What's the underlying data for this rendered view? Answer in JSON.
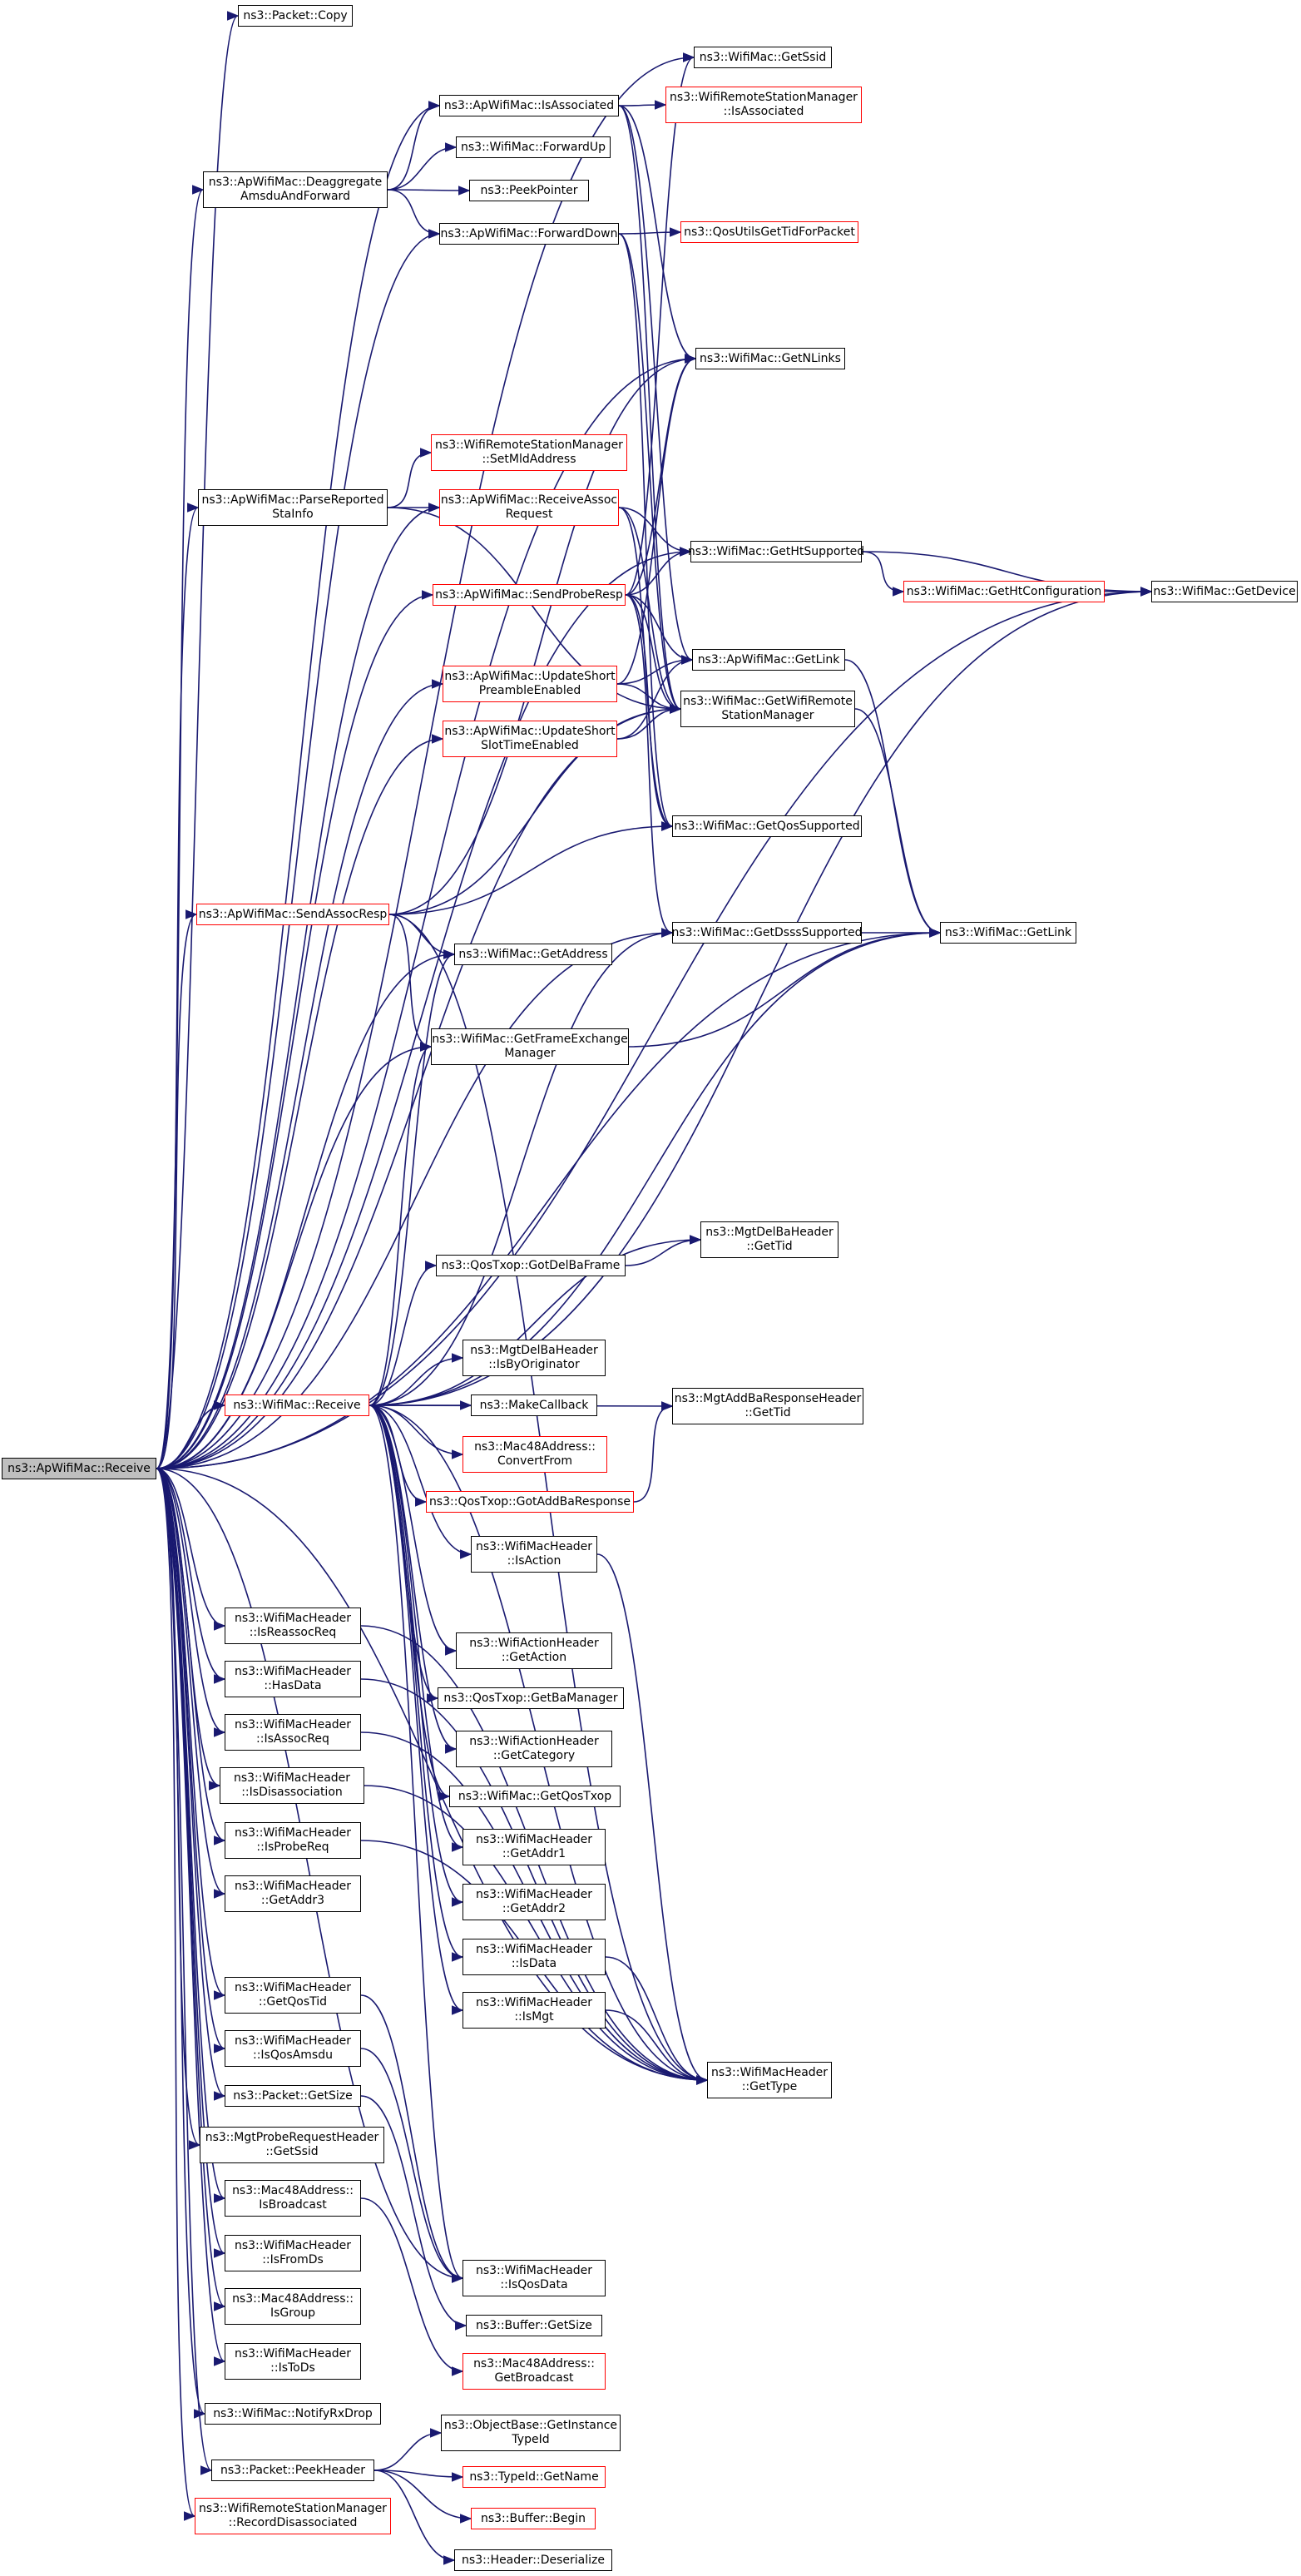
{
  "title": "",
  "nodes": [
    {
      "id": "root",
      "lines": [
        "ns3::ApWifiMac::Receive"
      ],
      "style": "root"
    },
    {
      "id": "packetCopy",
      "lines": [
        "ns3::Packet::Copy"
      ],
      "style": "black"
    },
    {
      "id": "getSsid",
      "lines": [
        "ns3::WifiMac::GetSsid"
      ],
      "style": "black"
    },
    {
      "id": "isAssociated",
      "lines": [
        "ns3::ApWifiMac::IsAssociated"
      ],
      "style": "black"
    },
    {
      "id": "wrsmIsAssociated",
      "lines": [
        "ns3::WifiRemoteStationManager",
        "::IsAssociated"
      ],
      "style": "red"
    },
    {
      "id": "forwardUp",
      "lines": [
        "ns3::WifiMac::ForwardUp"
      ],
      "style": "black"
    },
    {
      "id": "deaggregate",
      "lines": [
        "ns3::ApWifiMac::Deaggregate",
        "AmsduAndForward"
      ],
      "style": "black"
    },
    {
      "id": "peekPointer",
      "lines": [
        "ns3::PeekPointer"
      ],
      "style": "black"
    },
    {
      "id": "forwardDown",
      "lines": [
        "ns3::ApWifiMac::ForwardDown"
      ],
      "style": "black"
    },
    {
      "id": "qosUtils",
      "lines": [
        "ns3::QosUtilsGetTidForPacket"
      ],
      "style": "red"
    },
    {
      "id": "getNLinks",
      "lines": [
        "ns3::WifiMac::GetNLinks"
      ],
      "style": "black"
    },
    {
      "id": "setMld",
      "lines": [
        "ns3::WifiRemoteStationManager",
        "::SetMldAddress"
      ],
      "style": "red"
    },
    {
      "id": "parseReported",
      "lines": [
        "ns3::ApWifiMac::ParseReported",
        "StaInfo"
      ],
      "style": "black"
    },
    {
      "id": "receiveAssoc",
      "lines": [
        "ns3::ApWifiMac::ReceiveAssoc",
        "Request"
      ],
      "style": "red"
    },
    {
      "id": "getHtSupported",
      "lines": [
        "ns3::WifiMac::GetHtSupported"
      ],
      "style": "black"
    },
    {
      "id": "getHtConfig",
      "lines": [
        "ns3::WifiMac::GetHtConfiguration"
      ],
      "style": "red"
    },
    {
      "id": "getDevice",
      "lines": [
        "ns3::WifiMac::GetDevice"
      ],
      "style": "black"
    },
    {
      "id": "sendProbeResp",
      "lines": [
        "ns3::ApWifiMac::SendProbeResp"
      ],
      "style": "red"
    },
    {
      "id": "apGetLink",
      "lines": [
        "ns3::ApWifiMac::GetLink"
      ],
      "style": "black"
    },
    {
      "id": "updatePreamble",
      "lines": [
        "ns3::ApWifiMac::UpdateShort",
        "PreambleEnabled"
      ],
      "style": "red"
    },
    {
      "id": "getWrsm",
      "lines": [
        "ns3::WifiMac::GetWifiRemote",
        "StationManager"
      ],
      "style": "black"
    },
    {
      "id": "updateSlot",
      "lines": [
        "ns3::ApWifiMac::UpdateShort",
        "SlotTimeEnabled"
      ],
      "style": "red"
    },
    {
      "id": "getQosSupported",
      "lines": [
        "ns3::WifiMac::GetQosSupported"
      ],
      "style": "black"
    },
    {
      "id": "sendAssocResp",
      "lines": [
        "ns3::ApWifiMac::SendAssocResp"
      ],
      "style": "red"
    },
    {
      "id": "getDsssSupported",
      "lines": [
        "ns3::WifiMac::GetDsssSupported"
      ],
      "style": "black"
    },
    {
      "id": "wmGetLink",
      "lines": [
        "ns3::WifiMac::GetLink"
      ],
      "style": "black"
    },
    {
      "id": "getAddress",
      "lines": [
        "ns3::WifiMac::GetAddress"
      ],
      "style": "black"
    },
    {
      "id": "getFem",
      "lines": [
        "ns3::WifiMac::GetFrameExchange",
        "Manager"
      ],
      "style": "black"
    },
    {
      "id": "delBaGetTid",
      "lines": [
        "ns3::MgtDelBaHeader",
        "::GetTid"
      ],
      "style": "black"
    },
    {
      "id": "gotDelBa",
      "lines": [
        "ns3::QosTxop::GotDelBaFrame"
      ],
      "style": "black"
    },
    {
      "id": "isByOrig",
      "lines": [
        "ns3::MgtDelBaHeader",
        "::IsByOriginator"
      ],
      "style": "black"
    },
    {
      "id": "addBaGetTid",
      "lines": [
        "ns3::MgtAddBaResponseHeader",
        "::GetTid"
      ],
      "style": "black"
    },
    {
      "id": "wmReceive",
      "lines": [
        "ns3::WifiMac::Receive"
      ],
      "style": "red"
    },
    {
      "id": "makeCallback",
      "lines": [
        "ns3::MakeCallback"
      ],
      "style": "black"
    },
    {
      "id": "convertFrom",
      "lines": [
        "ns3::Mac48Address::",
        "ConvertFrom"
      ],
      "style": "red"
    },
    {
      "id": "gotAddBa",
      "lines": [
        "ns3::QosTxop::GotAddBaResponse"
      ],
      "style": "red"
    },
    {
      "id": "isAction",
      "lines": [
        "ns3::WifiMacHeader",
        "::IsAction"
      ],
      "style": "black"
    },
    {
      "id": "isReassocReq",
      "lines": [
        "ns3::WifiMacHeader",
        "::IsReassocReq"
      ],
      "style": "black"
    },
    {
      "id": "getAction",
      "lines": [
        "ns3::WifiActionHeader",
        "::GetAction"
      ],
      "style": "black"
    },
    {
      "id": "hasData",
      "lines": [
        "ns3::WifiMacHeader",
        "::HasData"
      ],
      "style": "black"
    },
    {
      "id": "getBaManager",
      "lines": [
        "ns3::QosTxop::GetBaManager"
      ],
      "style": "black"
    },
    {
      "id": "isAssocReq",
      "lines": [
        "ns3::WifiMacHeader",
        "::IsAssocReq"
      ],
      "style": "black"
    },
    {
      "id": "getCategory",
      "lines": [
        "ns3::WifiActionHeader",
        "::GetCategory"
      ],
      "style": "black"
    },
    {
      "id": "isDisassoc",
      "lines": [
        "ns3::WifiMacHeader",
        "::IsDisassociation"
      ],
      "style": "black"
    },
    {
      "id": "getQosTxop",
      "lines": [
        "ns3::WifiMac::GetQosTxop"
      ],
      "style": "black"
    },
    {
      "id": "isProbeReq",
      "lines": [
        "ns3::WifiMacHeader",
        "::IsProbeReq"
      ],
      "style": "black"
    },
    {
      "id": "getAddr1",
      "lines": [
        "ns3::WifiMacHeader",
        "::GetAddr1"
      ],
      "style": "black"
    },
    {
      "id": "getAddr3",
      "lines": [
        "ns3::WifiMacHeader",
        "::GetAddr3"
      ],
      "style": "black"
    },
    {
      "id": "getAddr2",
      "lines": [
        "ns3::WifiMacHeader",
        "::GetAddr2"
      ],
      "style": "black"
    },
    {
      "id": "isData",
      "lines": [
        "ns3::WifiMacHeader",
        "::IsData"
      ],
      "style": "black"
    },
    {
      "id": "getQosTid",
      "lines": [
        "ns3::WifiMacHeader",
        "::GetQosTid"
      ],
      "style": "black"
    },
    {
      "id": "isMgt",
      "lines": [
        "ns3::WifiMacHeader",
        "::IsMgt"
      ],
      "style": "black"
    },
    {
      "id": "isQosAmsdu",
      "lines": [
        "ns3::WifiMacHeader",
        "::IsQosAmsdu"
      ],
      "style": "black"
    },
    {
      "id": "getType",
      "lines": [
        "ns3::WifiMacHeader",
        "::GetType"
      ],
      "style": "black"
    },
    {
      "id": "packetGetSize",
      "lines": [
        "ns3::Packet::GetSize"
      ],
      "style": "black"
    },
    {
      "id": "probeGetSsid",
      "lines": [
        "ns3::MgtProbeRequestHeader",
        "::GetSsid"
      ],
      "style": "black"
    },
    {
      "id": "isBroadcast",
      "lines": [
        "ns3::Mac48Address::",
        "IsBroadcast"
      ],
      "style": "black"
    },
    {
      "id": "isFromDs",
      "lines": [
        "ns3::WifiMacHeader",
        "::IsFromDs"
      ],
      "style": "black"
    },
    {
      "id": "isQosData",
      "lines": [
        "ns3::WifiMacHeader",
        "::IsQosData"
      ],
      "style": "black"
    },
    {
      "id": "isGroup",
      "lines": [
        "ns3::Mac48Address::",
        "IsGroup"
      ],
      "style": "black"
    },
    {
      "id": "bufferGetSize",
      "lines": [
        "ns3::Buffer::GetSize"
      ],
      "style": "black"
    },
    {
      "id": "isToDs",
      "lines": [
        "ns3::WifiMacHeader",
        "::IsToDs"
      ],
      "style": "black"
    },
    {
      "id": "getBroadcast",
      "lines": [
        "ns3::Mac48Address::",
        "GetBroadcast"
      ],
      "style": "red"
    },
    {
      "id": "notifyRxDrop",
      "lines": [
        "ns3::WifiMac::NotifyRxDrop"
      ],
      "style": "black"
    },
    {
      "id": "getInstanceTypeId",
      "lines": [
        "ns3::ObjectBase::GetInstance",
        "TypeId"
      ],
      "style": "black"
    },
    {
      "id": "peekHeader",
      "lines": [
        "ns3::Packet::PeekHeader"
      ],
      "style": "black"
    },
    {
      "id": "typeIdGetName",
      "lines": [
        "ns3::TypeId::GetName"
      ],
      "style": "red"
    },
    {
      "id": "recordDisassoc",
      "lines": [
        "ns3::WifiRemoteStationManager",
        "::RecordDisassociated"
      ],
      "style": "red"
    },
    {
      "id": "bufferBegin",
      "lines": [
        "ns3::Buffer::Begin"
      ],
      "style": "red"
    },
    {
      "id": "deserialize",
      "lines": [
        "ns3::Header::Deserialize"
      ],
      "style": "black"
    }
  ],
  "edges": [
    [
      "root",
      "packetCopy"
    ],
    [
      "root",
      "getSsid"
    ],
    [
      "root",
      "isAssociated"
    ],
    [
      "root",
      "deaggregate"
    ],
    [
      "root",
      "forwardDown"
    ],
    [
      "root",
      "getNLinks"
    ],
    [
      "root",
      "parseReported"
    ],
    [
      "root",
      "receiveAssoc"
    ],
    [
      "root",
      "getHtSupported"
    ],
    [
      "root",
      "sendProbeResp"
    ],
    [
      "root",
      "updatePreamble"
    ],
    [
      "root",
      "updateSlot"
    ],
    [
      "root",
      "getWrsm"
    ],
    [
      "root",
      "sendAssocResp"
    ],
    [
      "root",
      "getAddress"
    ],
    [
      "root",
      "getDsssSupported"
    ],
    [
      "root",
      "getFem"
    ],
    [
      "root",
      "wmGetLink"
    ],
    [
      "root",
      "getDevice"
    ],
    [
      "root",
      "wmReceive"
    ],
    [
      "root",
      "getType"
    ],
    [
      "root",
      "isQosData"
    ],
    [
      "root",
      "isReassocReq"
    ],
    [
      "root",
      "hasData"
    ],
    [
      "root",
      "isAssocReq"
    ],
    [
      "root",
      "isDisassoc"
    ],
    [
      "root",
      "isProbeReq"
    ],
    [
      "root",
      "getAddr3"
    ],
    [
      "root",
      "getQosTid"
    ],
    [
      "root",
      "isQosAmsdu"
    ],
    [
      "root",
      "packetGetSize"
    ],
    [
      "root",
      "probeGetSsid"
    ],
    [
      "root",
      "isBroadcast"
    ],
    [
      "root",
      "isFromDs"
    ],
    [
      "root",
      "isGroup"
    ],
    [
      "root",
      "isToDs"
    ],
    [
      "root",
      "notifyRxDrop"
    ],
    [
      "root",
      "peekHeader"
    ],
    [
      "root",
      "recordDisassoc"
    ],
    [
      "isAssociated",
      "wrsmIsAssociated"
    ],
    [
      "isAssociated",
      "getNLinks"
    ],
    [
      "isAssociated",
      "apGetLink"
    ],
    [
      "isAssociated",
      "getWrsm"
    ],
    [
      "deaggregate",
      "isAssociated"
    ],
    [
      "deaggregate",
      "forwardUp"
    ],
    [
      "deaggregate",
      "peekPointer"
    ],
    [
      "deaggregate",
      "forwardDown"
    ],
    [
      "forwardDown",
      "qosUtils"
    ],
    [
      "forwardDown",
      "getWrsm"
    ],
    [
      "forwardDown",
      "getQosSupported"
    ],
    [
      "parseReported",
      "setMld"
    ],
    [
      "parseReported",
      "receiveAssoc"
    ],
    [
      "parseReported",
      "getWrsm"
    ],
    [
      "receiveAssoc",
      "getHtSupported"
    ],
    [
      "receiveAssoc",
      "getWrsm"
    ],
    [
      "receiveAssoc",
      "getQosSupported"
    ],
    [
      "getHtSupported",
      "getHtConfig"
    ],
    [
      "getHtSupported",
      "getDevice"
    ],
    [
      "getHtConfig",
      "getDevice"
    ],
    [
      "sendProbeResp",
      "getNLinks"
    ],
    [
      "sendProbeResp",
      "getSsid"
    ],
    [
      "sendProbeResp",
      "getHtSupported"
    ],
    [
      "sendProbeResp",
      "apGetLink"
    ],
    [
      "sendProbeResp",
      "getWrsm"
    ],
    [
      "sendProbeResp",
      "getQosSupported"
    ],
    [
      "sendProbeResp",
      "getDsssSupported"
    ],
    [
      "updatePreamble",
      "apGetLink"
    ],
    [
      "updatePreamble",
      "getWrsm"
    ],
    [
      "updatePreamble",
      "getNLinks"
    ],
    [
      "updateSlot",
      "apGetLink"
    ],
    [
      "updateSlot",
      "getWrsm"
    ],
    [
      "apGetLink",
      "wmGetLink"
    ],
    [
      "getWrsm",
      "wmGetLink"
    ],
    [
      "getDsssSupported",
      "wmGetLink"
    ],
    [
      "getFem",
      "wmGetLink"
    ],
    [
      "sendAssocResp",
      "getNLinks"
    ],
    [
      "sendAssocResp",
      "getAddress"
    ],
    [
      "sendAssocResp",
      "getFem"
    ],
    [
      "sendAssocResp",
      "getQosSupported"
    ],
    [
      "sendAssocResp",
      "getWrsm"
    ],
    [
      "sendAssocResp",
      "getType"
    ],
    [
      "gotDelBa",
      "delBaGetTid"
    ],
    [
      "gotAddBa",
      "addBaGetTid"
    ],
    [
      "wmReceive",
      "getAddress"
    ],
    [
      "wmReceive",
      "getFem"
    ],
    [
      "wmReceive",
      "getDevice"
    ],
    [
      "wmReceive",
      "delBaGetTid"
    ],
    [
      "wmReceive",
      "gotDelBa"
    ],
    [
      "wmReceive",
      "isByOrig"
    ],
    [
      "wmReceive",
      "addBaGetTid"
    ],
    [
      "wmReceive",
      "makeCallback"
    ],
    [
      "wmReceive",
      "convertFrom"
    ],
    [
      "wmReceive",
      "gotAddBa"
    ],
    [
      "wmReceive",
      "isAction"
    ],
    [
      "wmReceive",
      "getAction"
    ],
    [
      "wmReceive",
      "getBaManager"
    ],
    [
      "wmReceive",
      "getCategory"
    ],
    [
      "wmReceive",
      "getQosTxop"
    ],
    [
      "wmReceive",
      "getAddr1"
    ],
    [
      "wmReceive",
      "getAddr2"
    ],
    [
      "wmReceive",
      "isData"
    ],
    [
      "wmReceive",
      "isMgt"
    ],
    [
      "wmReceive",
      "getType"
    ],
    [
      "wmReceive",
      "isQosData"
    ],
    [
      "wmReceive",
      "getDsssSupported"
    ],
    [
      "wmReceive",
      "wmGetLink"
    ],
    [
      "isAction",
      "getType"
    ],
    [
      "isReassocReq",
      "getType"
    ],
    [
      "hasData",
      "getType"
    ],
    [
      "isAssocReq",
      "getType"
    ],
    [
      "isDisassoc",
      "getType"
    ],
    [
      "isProbeReq",
      "getType"
    ],
    [
      "isData",
      "getType"
    ],
    [
      "isMgt",
      "getType"
    ],
    [
      "getQosTid",
      "isQosData"
    ],
    [
      "isQosAmsdu",
      "isQosData"
    ],
    [
      "packetGetSize",
      "bufferGetSize"
    ],
    [
      "isBroadcast",
      "getBroadcast"
    ],
    [
      "peekHeader",
      "getInstanceTypeId"
    ],
    [
      "peekHeader",
      "typeIdGetName"
    ],
    [
      "peekHeader",
      "bufferBegin"
    ],
    [
      "peekHeader",
      "deserialize"
    ]
  ],
  "colors": {
    "edge": "#191970",
    "red_border": "#ff0000",
    "root_fill": "#bfbfbf"
  }
}
